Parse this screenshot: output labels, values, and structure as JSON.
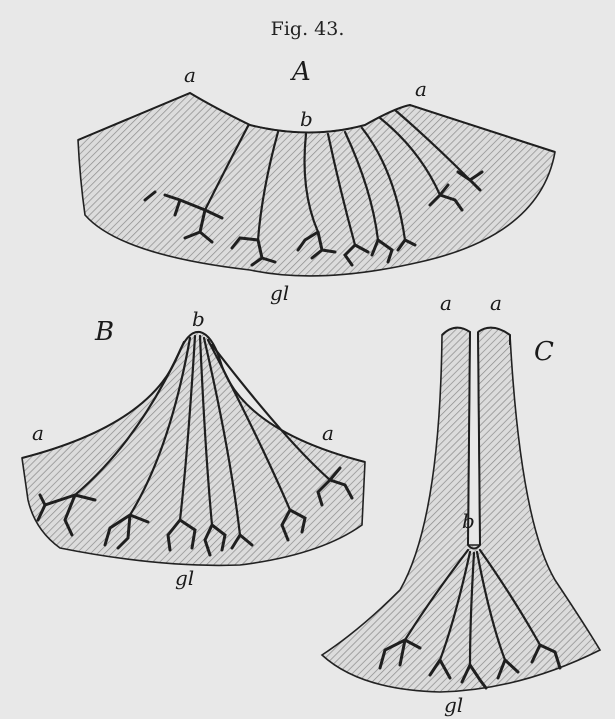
{
  "figure": {
    "title": "Fig. 43.",
    "panels": {
      "A": {
        "letter": "A",
        "labels": {
          "a_left": "a",
          "a_right": "a",
          "b": "b",
          "gl": "gl"
        }
      },
      "B": {
        "letter": "B",
        "labels": {
          "a_left": "a",
          "a_right": "a",
          "b": "b",
          "gl": "gl"
        }
      },
      "C": {
        "letter": "C",
        "labels": {
          "a_left": "a",
          "a_right": "a",
          "b": "b",
          "gl": "gl"
        }
      }
    }
  }
}
